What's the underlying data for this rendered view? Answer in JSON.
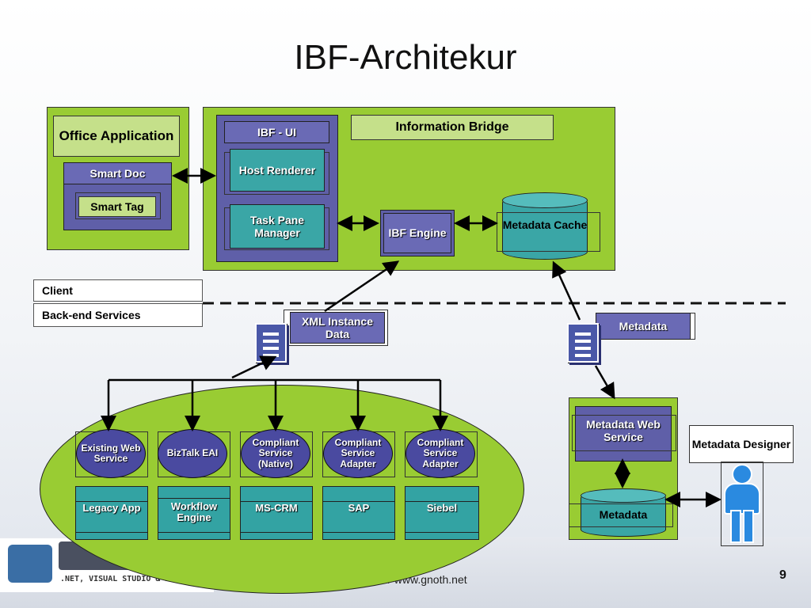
{
  "title": "IBF-Architekur",
  "office_app": {
    "title": "Office Application",
    "smart_doc": "Smart Doc",
    "smart_tag": "Smart Tag"
  },
  "ibf": {
    "ui": "IBF - UI",
    "host_renderer": "Host Renderer",
    "task_pane": "Task Pane Manager",
    "info_bridge": "Information Bridge",
    "engine": "IBF Engine",
    "metadata_cache": "Metadata Cache"
  },
  "zones": {
    "client": "Client",
    "backend": "Back-end Services"
  },
  "xml_instance": "XML Instance Data",
  "metadata_label": "Metadata",
  "services": [
    {
      "top": "Existing Web Service",
      "bottom": "Legacy App"
    },
    {
      "top": "BizTalk EAI",
      "bottom": "Workflow Engine"
    },
    {
      "top": "Compliant Service (Native)",
      "bottom": "MS-CRM"
    },
    {
      "top": "Compliant Service Adapter",
      "bottom": "SAP"
    },
    {
      "top": "Compliant Service Adapter",
      "bottom": "Siebel"
    }
  ],
  "metadata_ws": {
    "service": "Metadata Web Service",
    "store": "Metadata"
  },
  "designer": "Metadata Designer",
  "footer": {
    "logo_tagline": ".NET, VISUAL STUDIO & MORE",
    "url": "/ www.gnoth.net",
    "page": "9"
  },
  "colors": {
    "green": "#99cc33",
    "purple": "#5f5fa8",
    "teal": "#3aa6a6"
  }
}
